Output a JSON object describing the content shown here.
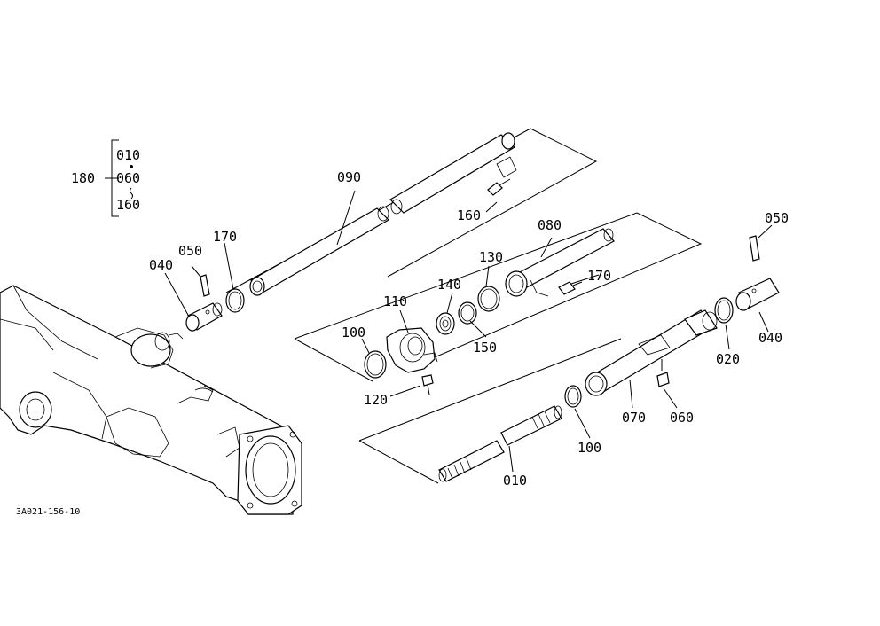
{
  "diagram_code": "3A021-156-10",
  "legend": {
    "group": "180",
    "members": [
      "010",
      "060",
      "160"
    ]
  },
  "callouts": {
    "c010": "010",
    "c020": "020",
    "c040_left": "040",
    "c040_right": "040",
    "c050_left": "050",
    "c050_right": "050",
    "c060": "060",
    "c070": "070",
    "c080": "080",
    "c090": "090",
    "c100_left": "100",
    "c100_right": "100",
    "c110": "110",
    "c120": "120",
    "c130": "130",
    "c140": "140",
    "c150": "150",
    "c160": "160",
    "c170_left": "170",
    "c170_right": "170"
  }
}
